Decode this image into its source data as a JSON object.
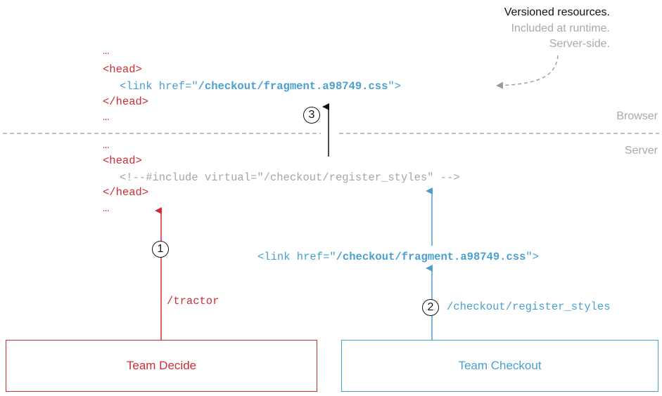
{
  "note": {
    "title": "Versioned resources.",
    "line2": "Included at runtime.",
    "line3": "Server-side."
  },
  "zones": {
    "browser": "Browser",
    "server": "Server"
  },
  "browser_code": {
    "ellipsis_top": "…",
    "head_open": "<head>",
    "link_prefix": "<link href=\"",
    "link_path": "/checkout/fragment.a98749.css",
    "link_suffix": "\">",
    "head_close": "</head>",
    "ellipsis_bottom": "…"
  },
  "server_code": {
    "ellipsis_top": "…",
    "head_open": "<head>",
    "include": "<!--#include virtual=\"/checkout/register_styles\" -->",
    "head_close": "</head>",
    "ellipsis_bottom": "…"
  },
  "fragment_link": {
    "prefix": "<link href=\"",
    "path": "/checkout/fragment.a98749.css",
    "suffix": "\">"
  },
  "steps": {
    "one": "1",
    "two": "2",
    "three": "3",
    "route_decide": "/tractor",
    "route_checkout": "/checkout/register_styles"
  },
  "teams": {
    "decide": "Team Decide",
    "checkout": "Team Checkout"
  },
  "colors": {
    "decide": "#cf2d35",
    "checkout": "#4a9fd0",
    "muted": "#a6a6a6",
    "ink": "#111111"
  }
}
